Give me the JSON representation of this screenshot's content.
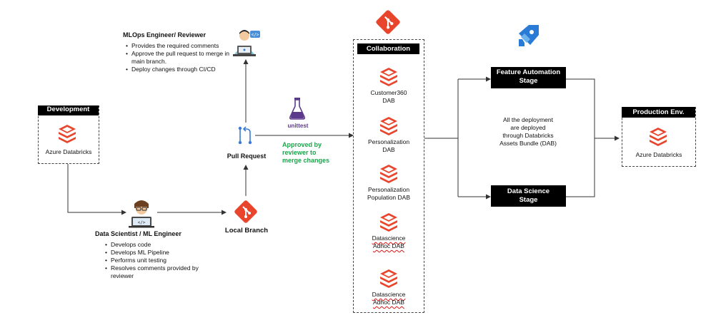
{
  "colors": {
    "databricks": "#e8452c",
    "git": "#e8452c",
    "black": "#000000",
    "green": "#1aa64b",
    "azure_blue": "#2a7bd6",
    "flask": "#5b3a8c"
  },
  "development": {
    "header": "Development",
    "label": "Azure Databricks",
    "icon": "databricks-icon"
  },
  "data_scientist": {
    "title": "Data Scientist / ML Engineer",
    "bullets": [
      "Develops code",
      "Develops ML Pipeline",
      "Performs unit testing",
      "Resolves comments provided by reviewer"
    ],
    "icon": "developer-avatar-icon"
  },
  "local_branch": {
    "label": "Local  Branch",
    "icon": "git-icon"
  },
  "pull_request": {
    "label": "Pull Request",
    "icon": "pull-request-icon"
  },
  "reviewer": {
    "title": "MLOps Engineer/ Reviewer",
    "bullets": [
      "Provides the required comments",
      "Approve the pull request to merge in main branch.",
      "Deploy changes through CI/CD"
    ],
    "icon": "reviewer-avatar-icon"
  },
  "unittest": {
    "label": "unittest",
    "icon": "flask-icon"
  },
  "approved": {
    "line1": "Approved by",
    "line2": "reviewer to",
    "line3": "merge changes"
  },
  "collaboration": {
    "header": "Collaboration",
    "items": [
      {
        "line1": "Customer360",
        "line2": "DAB"
      },
      {
        "line1": "Personalization",
        "line2": "DAB"
      },
      {
        "line1": "Personalization",
        "line2": "Population DAB"
      },
      {
        "line1": "Datascience",
        "line2": "Adhoc DAB"
      },
      {
        "line1": "Datascience",
        "line2": "Adhoc DAB"
      }
    ]
  },
  "feature_stage": {
    "line1": "Feature Automation",
    "line2": "Stage"
  },
  "ds_stage": {
    "line1": "Data Science",
    "line2": "Stage"
  },
  "deploy_note": {
    "line1": "All the deployment",
    "line2": "are deployed",
    "line3": "through Databricks",
    "line4": "Assets Bundle (DAB)"
  },
  "production": {
    "header": "Production Env.",
    "label": "Azure Databricks",
    "icon": "databricks-icon"
  },
  "top_icons": {
    "git": "git-icon",
    "azure": "azure-pipelines-icon"
  }
}
